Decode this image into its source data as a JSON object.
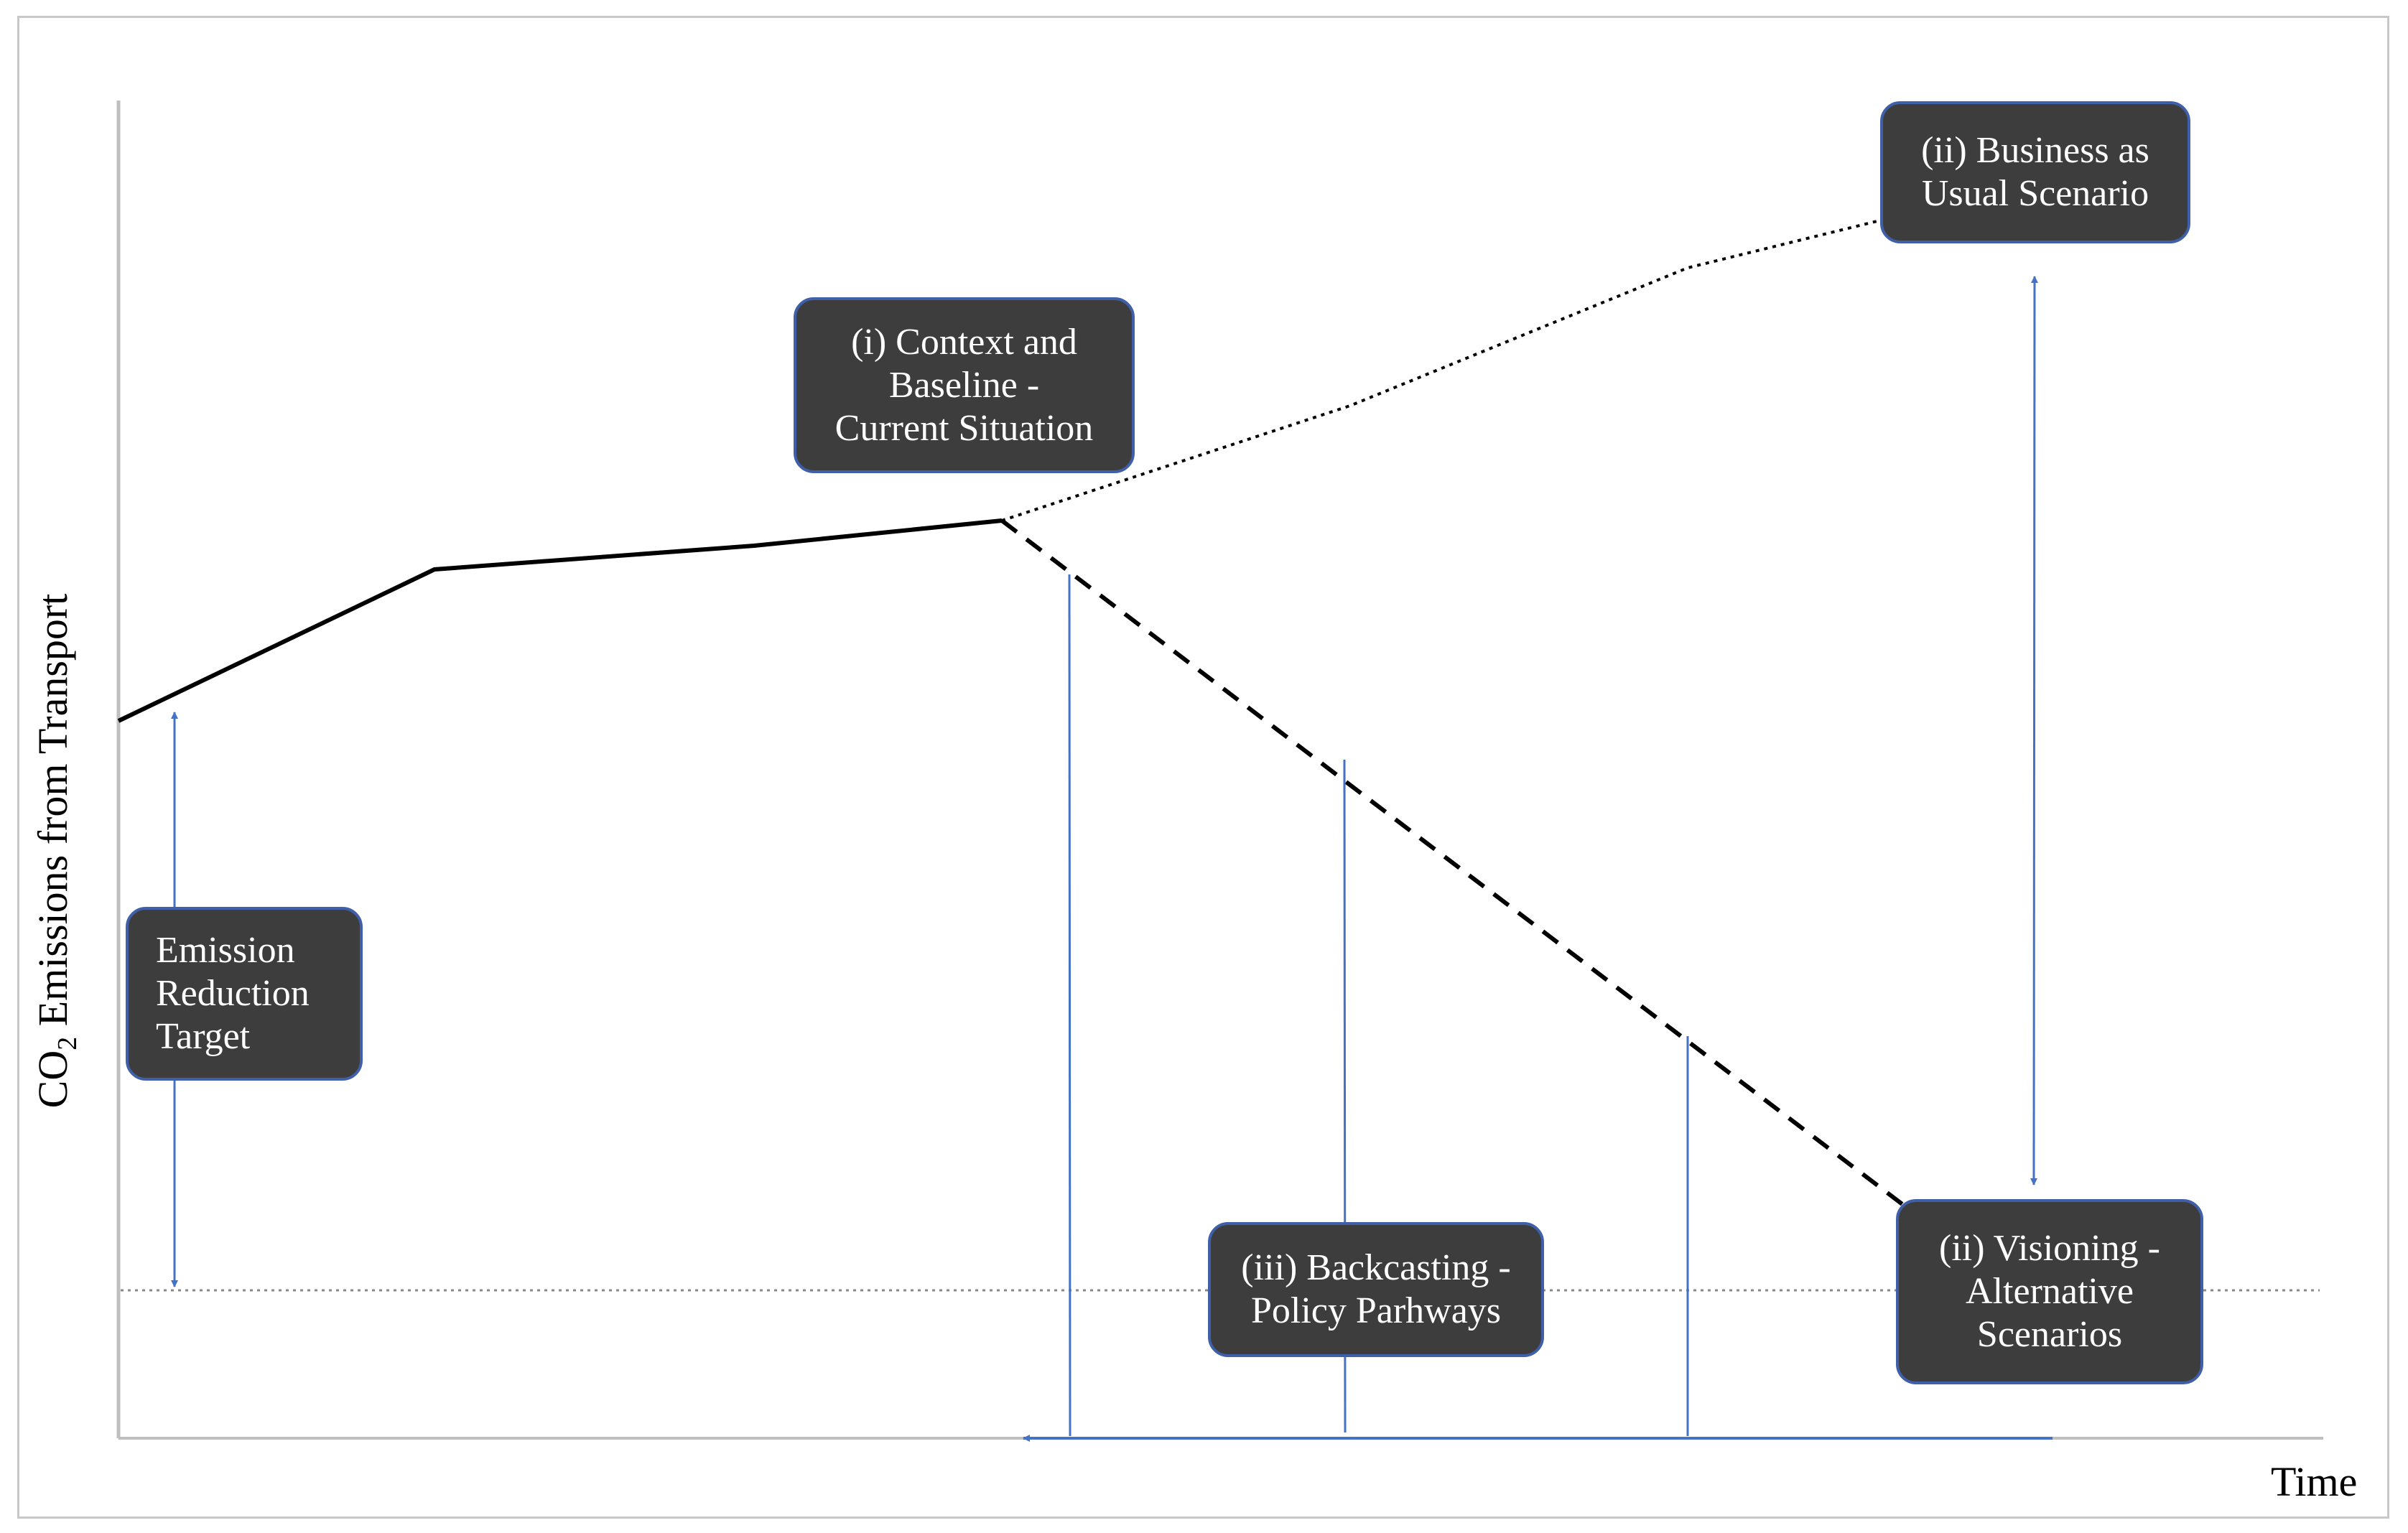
{
  "axes": {
    "y_label_main": "CO",
    "y_label_sub": "2",
    "y_label_rest": " Emissions from Transport",
    "x_label": "Time"
  },
  "boxes": {
    "context": [
      "(i) Context and",
      "Baseline -",
      "Current Situation"
    ],
    "bau": [
      "(ii) Business as",
      "Usual Scenario"
    ],
    "target": [
      "Emission",
      "Reduction",
      "Target"
    ],
    "backcasting": [
      "(iii) Backcasting -",
      "Policy Parhways"
    ],
    "visioning": [
      "(ii) Visioning -",
      "Alternative",
      "Scenarios"
    ]
  },
  "colors": {
    "box_fill": "#3d3d3d",
    "box_border": "#3f5fa8",
    "arrow": "#4472c4",
    "line": "#000000"
  }
}
